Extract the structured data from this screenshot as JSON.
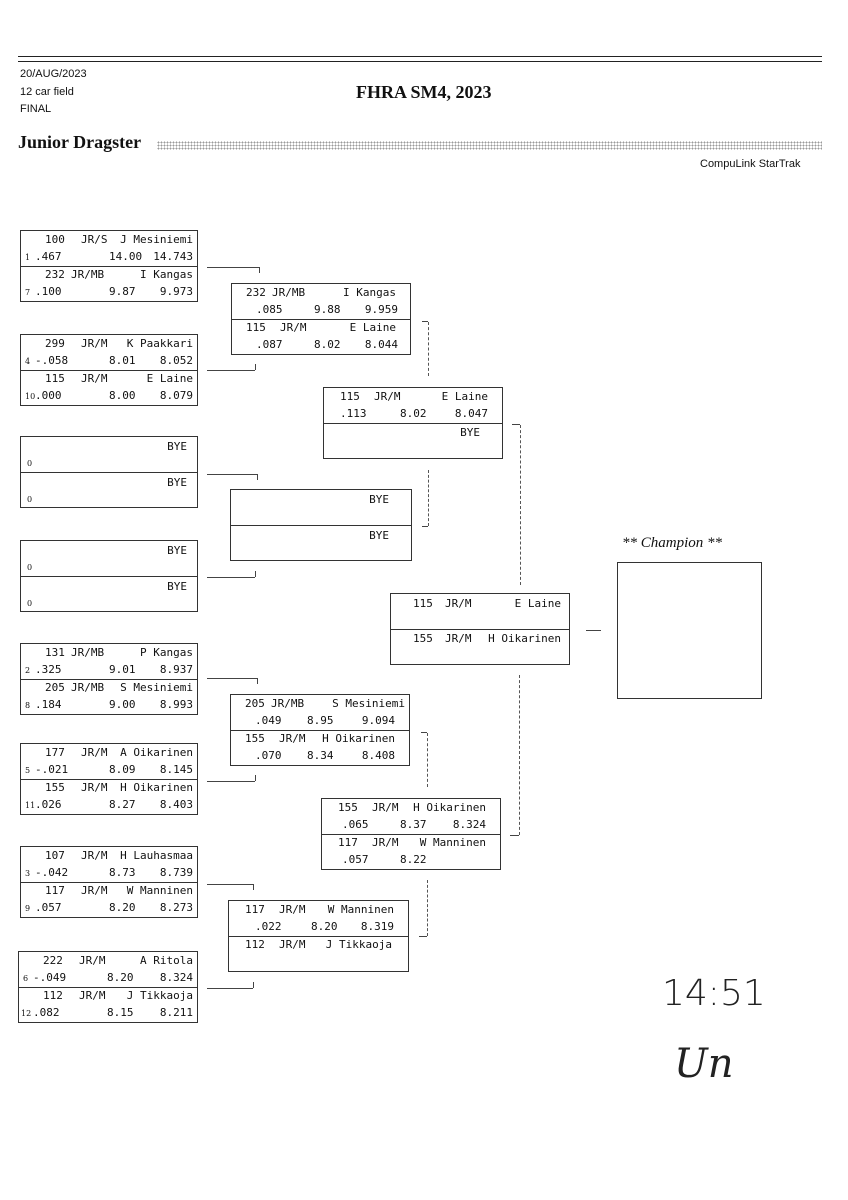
{
  "header": {
    "date": "20/AUG/2023",
    "field": "12 car field",
    "round": "FINAL",
    "title": "FHRA SM4, 2023",
    "class_name": "Junior Dragster",
    "source": "CompuLink StarTrak"
  },
  "round1": [
    {
      "top": {
        "car": "100",
        "cls": "JR/S",
        "name": "J Mesiniemi",
        "seed": "1",
        "rt": ".467",
        "dial": "14.00",
        "et": "14.743"
      },
      "bot": {
        "car": "232",
        "cls": "JR/MB",
        "name": "I Kangas",
        "seed": "7",
        "rt": ".100",
        "dial": "9.87",
        "et": "9.973"
      }
    },
    {
      "top": {
        "car": "299",
        "cls": "JR/M",
        "name": "K Paakkari",
        "seed": "4",
        "rt": "-.058",
        "dial": "8.01",
        "et": "8.052"
      },
      "bot": {
        "car": "115",
        "cls": "JR/M",
        "name": "E Laine",
        "seed": "10",
        "rt": ".000",
        "dial": "8.00",
        "et": "8.079"
      }
    },
    {
      "top": {
        "bye": "BYE",
        "seed": "0"
      },
      "bot": {
        "bye": "BYE",
        "seed": "0"
      }
    },
    {
      "top": {
        "bye": "BYE",
        "seed": "0"
      },
      "bot": {
        "bye": "BYE",
        "seed": "0"
      }
    },
    {
      "top": {
        "car": "131",
        "cls": "JR/MB",
        "name": "P Kangas",
        "seed": "2",
        "rt": ".325",
        "dial": "9.01",
        "et": "8.937"
      },
      "bot": {
        "car": "205",
        "cls": "JR/MB",
        "name": "S Mesiniemi",
        "seed": "8",
        "rt": ".184",
        "dial": "9.00",
        "et": "8.993"
      }
    },
    {
      "top": {
        "car": "177",
        "cls": "JR/M",
        "name": "A Oikarinen",
        "seed": "5",
        "rt": "-.021",
        "dial": "8.09",
        "et": "8.145"
      },
      "bot": {
        "car": "155",
        "cls": "JR/M",
        "name": "H Oikarinen",
        "seed": "11",
        "rt": ".026",
        "dial": "8.27",
        "et": "8.403"
      }
    },
    {
      "top": {
        "car": "107",
        "cls": "JR/M",
        "name": "H Lauhasmaa",
        "seed": "3",
        "rt": "-.042",
        "dial": "8.73",
        "et": "8.739"
      },
      "bot": {
        "car": "117",
        "cls": "JR/M",
        "name": "W Manninen",
        "seed": "9",
        "rt": ".057",
        "dial": "8.20",
        "et": "8.273"
      }
    },
    {
      "top": {
        "car": "222",
        "cls": "JR/M",
        "name": "A Ritola",
        "seed": "6",
        "rt": "-.049",
        "dial": "8.20",
        "et": "8.324"
      },
      "bot": {
        "car": "112",
        "cls": "JR/M",
        "name": "J Tikkaoja",
        "seed": "12",
        "rt": ".082",
        "dial": "8.15",
        "et": "8.211"
      }
    }
  ],
  "round2": [
    {
      "top": {
        "car": "232",
        "cls": "JR/MB",
        "name": "I Kangas",
        "rt": ".085",
        "dial": "9.88",
        "et": "9.959"
      },
      "bot": {
        "car": "115",
        "cls": "JR/M",
        "name": "E Laine",
        "rt": ".087",
        "dial": "8.02",
        "et": "8.044"
      }
    },
    {
      "top": {
        "bye": "BYE"
      },
      "bot": {
        "bye": "BYE"
      }
    },
    {
      "top": {
        "car": "205",
        "cls": "JR/MB",
        "name": "S Mesiniemi",
        "rt": ".049",
        "dial": "8.95",
        "et": "9.094"
      },
      "bot": {
        "car": "155",
        "cls": "JR/M",
        "name": "H Oikarinen",
        "rt": ".070",
        "dial": "8.34",
        "et": "8.408"
      }
    },
    {
      "top": {
        "car": "117",
        "cls": "JR/M",
        "name": "W Manninen",
        "rt": ".022",
        "dial": "8.20",
        "et": "8.319"
      },
      "bot": {
        "car": "112",
        "cls": "JR/M",
        "name": "J Tikkaoja"
      }
    }
  ],
  "round3": [
    {
      "top": {
        "car": "115",
        "cls": "JR/M",
        "name": "E Laine",
        "rt": ".113",
        "dial": "8.02",
        "et": "8.047"
      },
      "bot": {
        "bye": "BYE"
      }
    },
    {
      "top": {
        "car": "155",
        "cls": "JR/M",
        "name": "H Oikarinen",
        "rt": ".065",
        "dial": "8.37",
        "et": "8.324"
      },
      "bot": {
        "car": "117",
        "cls": "JR/M",
        "name": "W Manninen",
        "rt": ".057",
        "dial": "8.22"
      }
    }
  ],
  "final": {
    "top": {
      "car": "115",
      "cls": "JR/M",
      "name": "E Laine"
    },
    "bot": {
      "car": "155",
      "cls": "JR/M",
      "name": "H Oikarinen"
    }
  },
  "champion_label": "** Champion **",
  "handwriting": {
    "time": "14:51",
    "initials": "Un"
  }
}
